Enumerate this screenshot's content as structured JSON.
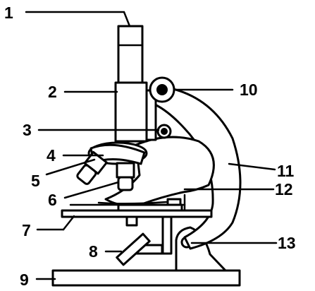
{
  "labels": [
    {
      "id": "1",
      "text": "1",
      "part": "eyepiece"
    },
    {
      "id": "2",
      "text": "2",
      "part": "body-tube"
    },
    {
      "id": "3",
      "text": "3",
      "part": "fine-focus-knob"
    },
    {
      "id": "4",
      "text": "4",
      "part": "nosepiece"
    },
    {
      "id": "5",
      "text": "5",
      "part": "objective-lens-high"
    },
    {
      "id": "6",
      "text": "6",
      "part": "objective-lens-low"
    },
    {
      "id": "7",
      "text": "7",
      "part": "stage"
    },
    {
      "id": "8",
      "text": "8",
      "part": "mirror"
    },
    {
      "id": "9",
      "text": "9",
      "part": "base"
    },
    {
      "id": "10",
      "text": "10",
      "part": "coarse-focus-knob"
    },
    {
      "id": "11",
      "text": "11",
      "part": "arm"
    },
    {
      "id": "12",
      "text": "12",
      "part": "stage-clip"
    },
    {
      "id": "13",
      "text": "13",
      "part": "inclination-joint"
    }
  ]
}
